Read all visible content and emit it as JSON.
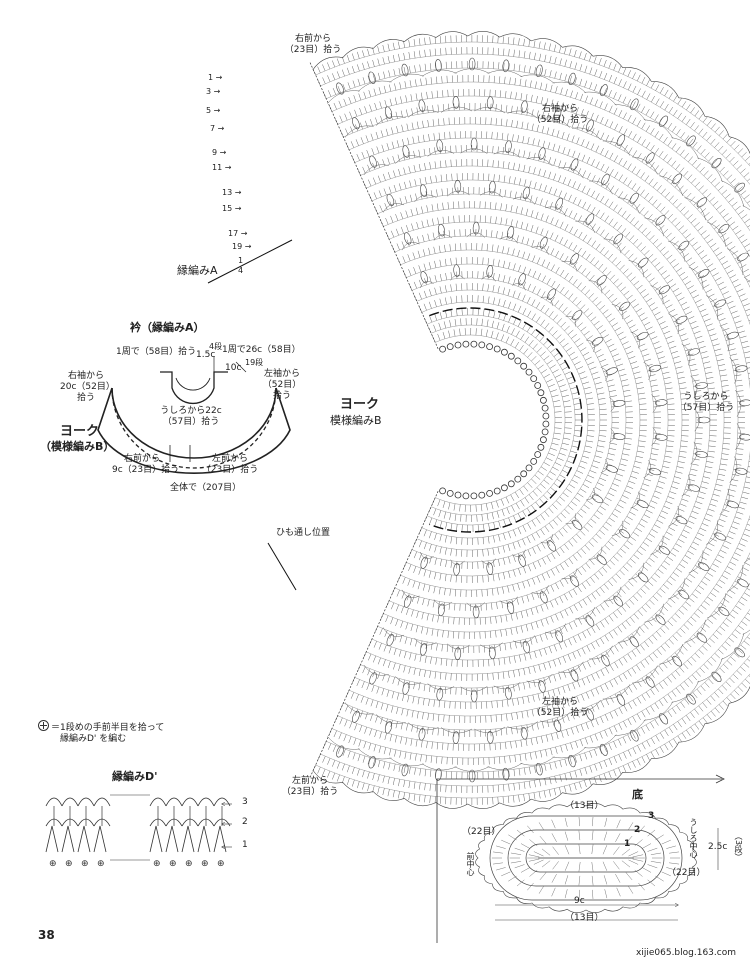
{
  "yoke": {
    "title": "ヨーク",
    "subtitle": "模様編みB",
    "right_front": {
      "line1": "右前から",
      "line2": "（23目）拾う"
    },
    "right_sleeve": {
      "line1": "右袖から",
      "line2": "（52目）拾う"
    },
    "back": {
      "line1": "うしろから",
      "line2": "（57目）拾う"
    },
    "left_sleeve": {
      "line1": "左袖から",
      "line2": "（52目）拾う"
    },
    "left_front": {
      "line1": "左前から",
      "line2": "（23目）拾う"
    },
    "edge_label": "縁編みA",
    "cord_label": "ひも通し位置",
    "outer_rows": [
      "1",
      "3",
      "5",
      "7",
      "9",
      "11",
      "13",
      "15",
      "17",
      "19"
    ],
    "edge_rows": [
      "1",
      "4"
    ]
  },
  "overview": {
    "collar_title": "衿（縁編みA）",
    "round1": "1周で（58目）拾う",
    "round2": "1周で26c（58目）",
    "dim_4dan": "4段",
    "dim_15c": "1.5c",
    "dim_19dan": "19段",
    "dim_10c": "10c",
    "right_sleeve": {
      "line1": "右袖から",
      "line2": "20c（52目）",
      "line3": "拾う"
    },
    "left_sleeve": {
      "line1": "左袖から",
      "line2": "（52目）",
      "line3": "拾う"
    },
    "back": {
      "line1": "うしろから22c",
      "line2": "（57目）拾う"
    },
    "yoke_title": "ヨーク",
    "yoke_subtitle": "（模様編みB）",
    "right_front": {
      "line1": "右前から",
      "line2": "9c（23目）拾う"
    },
    "left_front": {
      "line1": "左前から",
      "line2": "（23目）拾う"
    },
    "total": "全体で（207目）"
  },
  "legend": {
    "line1": "＝1段めの手前半目を拾って",
    "line2": "縁編みD' を編む"
  },
  "edge_d": {
    "title": "縁編みD'",
    "rows": [
      "3",
      "2",
      "1"
    ]
  },
  "base": {
    "title": "底",
    "top": "（13目）",
    "bottom": "（13目）",
    "left": "（22目）",
    "right": "（22目）",
    "width": "9c",
    "height": "2.5c",
    "height_rows": "（3段）",
    "front_center": "前中心",
    "back_center": "うしろ中心",
    "row_nums": [
      "1",
      "2",
      "3"
    ]
  },
  "page_number": "38",
  "site": "xijie065.blog.163.com"
}
